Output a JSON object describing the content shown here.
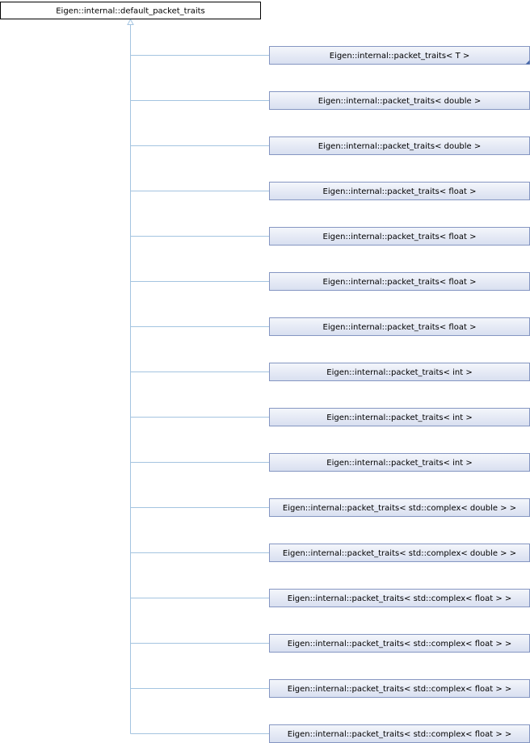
{
  "diagram": {
    "colors": {
      "edge": "#a4c4e0",
      "base_border": "#000000",
      "base_fill": "#ffffff",
      "derived_border": "#8596c2",
      "derived_fill_top": "#f4f6fb",
      "derived_fill_bottom": "#d8dff0",
      "text": "#000000",
      "link_marker": "#4567a8"
    },
    "base_class": {
      "label": "Eigen::internal::default_packet_traits"
    },
    "derived_classes": [
      {
        "label": "Eigen::internal::packet_traits< T >",
        "has_link_marker": true
      },
      {
        "label": "Eigen::internal::packet_traits< double >"
      },
      {
        "label": "Eigen::internal::packet_traits< double >"
      },
      {
        "label": "Eigen::internal::packet_traits< float >"
      },
      {
        "label": "Eigen::internal::packet_traits< float >"
      },
      {
        "label": "Eigen::internal::packet_traits< float >"
      },
      {
        "label": "Eigen::internal::packet_traits< float >"
      },
      {
        "label": "Eigen::internal::packet_traits< int >"
      },
      {
        "label": "Eigen::internal::packet_traits< int >"
      },
      {
        "label": "Eigen::internal::packet_traits< int >"
      },
      {
        "label": "Eigen::internal::packet_traits< std::complex< double > >"
      },
      {
        "label": "Eigen::internal::packet_traits< std::complex< double > >"
      },
      {
        "label": "Eigen::internal::packet_traits< std::complex< float > >"
      },
      {
        "label": "Eigen::internal::packet_traits< std::complex< float > >"
      },
      {
        "label": "Eigen::internal::packet_traits< std::complex< float > >"
      },
      {
        "label": "Eigen::internal::packet_traits< std::complex< float > >"
      }
    ]
  }
}
